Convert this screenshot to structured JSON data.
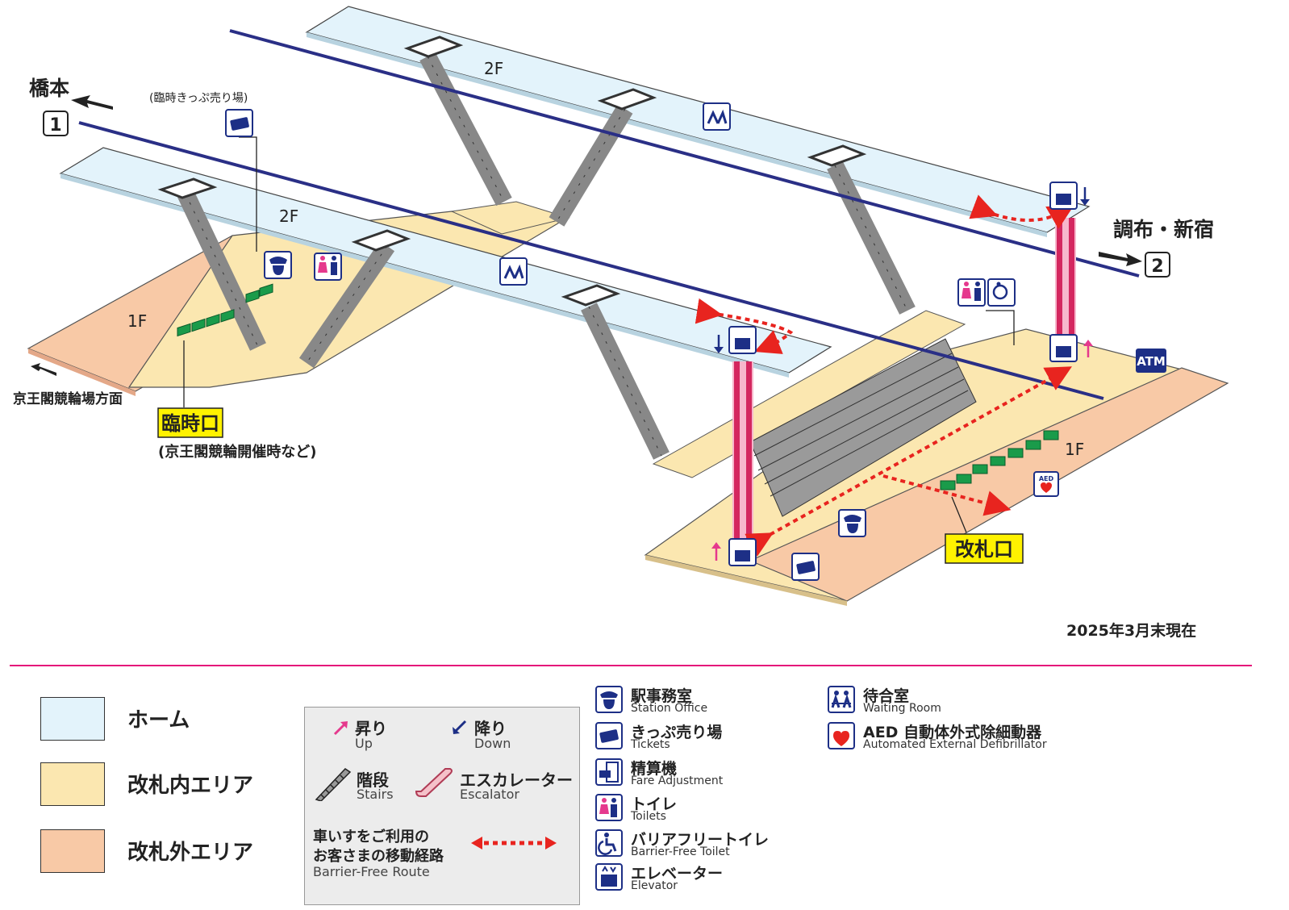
{
  "floors": {
    "upper_left": "2F",
    "upper_right": "2F",
    "ground_left": "1F",
    "ground_right": "1F"
  },
  "directions": {
    "left_name": "橋本",
    "left_platform": "1",
    "right_name": "調布・新宿",
    "right_platform": "2",
    "keiokaku": "京王閣競輪場方面"
  },
  "labels": {
    "temp_ticket": "(臨時きっぷ売り場)",
    "temp_gate": "臨時口",
    "temp_gate_note": "(京王閣競輪開催時など)",
    "gate": "改札口",
    "date": "2025年3月末現在",
    "atm": "ATM",
    "aed": "AED"
  },
  "legend": {
    "areas": [
      {
        "label": "ホーム",
        "color": "#e3f3fb"
      },
      {
        "label": "改札内エリア",
        "color": "#fbe7b0"
      },
      {
        "label": "改札外エリア",
        "color": "#f8c9a6"
      }
    ],
    "up_label": "昇り",
    "up_sub": "Up",
    "down_label": "降り",
    "down_sub": "Down",
    "stairs_label": "階段",
    "stairs_sub": "Stairs",
    "escalator_label": "エスカレーター",
    "escalator_sub": "Escalator",
    "route_label_1": "車いすをご利用の",
    "route_label_2": "お客さまの移動経路",
    "route_sub": "Barrier-Free Route",
    "icons": [
      {
        "label": "駅事務室",
        "sub": "Station Office",
        "icon": "station-office-icon"
      },
      {
        "label": "きっぷ売り場",
        "sub": "Tickets",
        "icon": "ticket-icon"
      },
      {
        "label": "精算機",
        "sub": "Fare Adjustment",
        "icon": "fare-adjustment-icon"
      },
      {
        "label": "トイレ",
        "sub": "Toilets",
        "icon": "toilet-icon"
      },
      {
        "label": "バリアフリートイレ",
        "sub": "Barrier-Free Toilet",
        "icon": "barrier-free-toilet-icon"
      },
      {
        "label": "エレベーター",
        "sub": "Elevator",
        "icon": "elevator-icon"
      },
      {
        "label": "待合室",
        "sub": "Waiting Room",
        "icon": "waiting-room-icon"
      },
      {
        "label": "AED 自動体外式除細動器",
        "sub": "Automated External Defibrillator",
        "icon": "aed-icon"
      }
    ]
  },
  "colors": {
    "platform": "#e3f3fb",
    "inside": "#fbe7b0",
    "outside": "#f8c9a6",
    "track": "#2a2f86",
    "route": "#e8241f",
    "elevator": "#d4275f",
    "gate": "#1a9b4a",
    "icon": "#1d2f86"
  }
}
